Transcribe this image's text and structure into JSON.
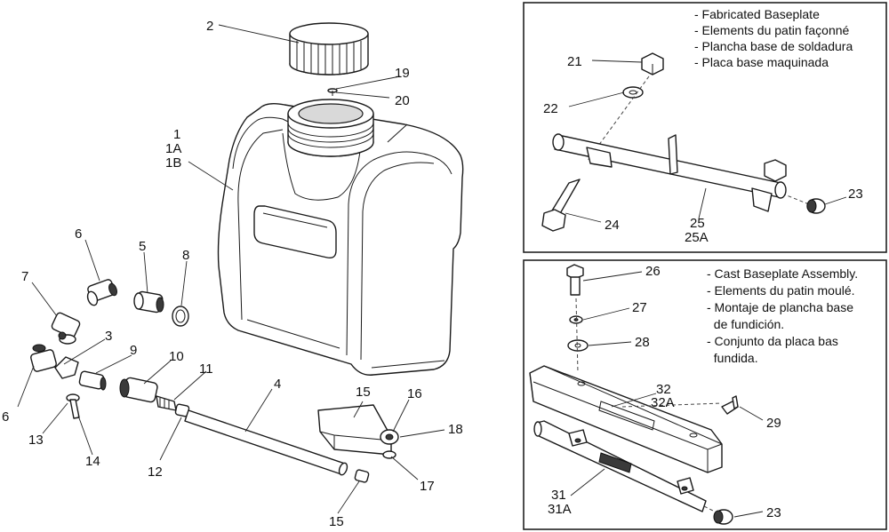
{
  "callouts": {
    "c2": "2",
    "c19": "19",
    "c20": "20",
    "c1": "1",
    "c1A": "1A",
    "c1B": "1B",
    "c6a": "6",
    "c5": "5",
    "c8": "8",
    "c7": "7",
    "c3": "3",
    "c9": "9",
    "c10": "10",
    "c11": "11",
    "c4": "4",
    "c6b": "6",
    "c13": "13",
    "c14": "14",
    "c12": "12",
    "c15a": "15",
    "c16": "16",
    "c18": "18",
    "c17": "17",
    "c15b": "15",
    "c21": "21",
    "c22": "22",
    "c23a": "23",
    "c24": "24",
    "c25": "25",
    "c25A": "25A",
    "c26": "26",
    "c27": "27",
    "c28": "28",
    "c32": "32",
    "c32A": "32A",
    "c29": "29",
    "c31": "31",
    "c31A": "31A",
    "c23b": "23"
  },
  "fabricated_box": {
    "notes": [
      "- Fabricated Baseplate",
      "- Elements du patin façonné",
      "- Plancha  base de soldadura",
      "- Placa base maquinada"
    ]
  },
  "cast_box": {
    "notes": [
      "- Cast Baseplate Assembly.",
      "- Elements du patin moulé.",
      "- Montaje de plancha base",
      "  de fundición.",
      "- Conjunto da placa bas",
      "  fundida."
    ]
  }
}
